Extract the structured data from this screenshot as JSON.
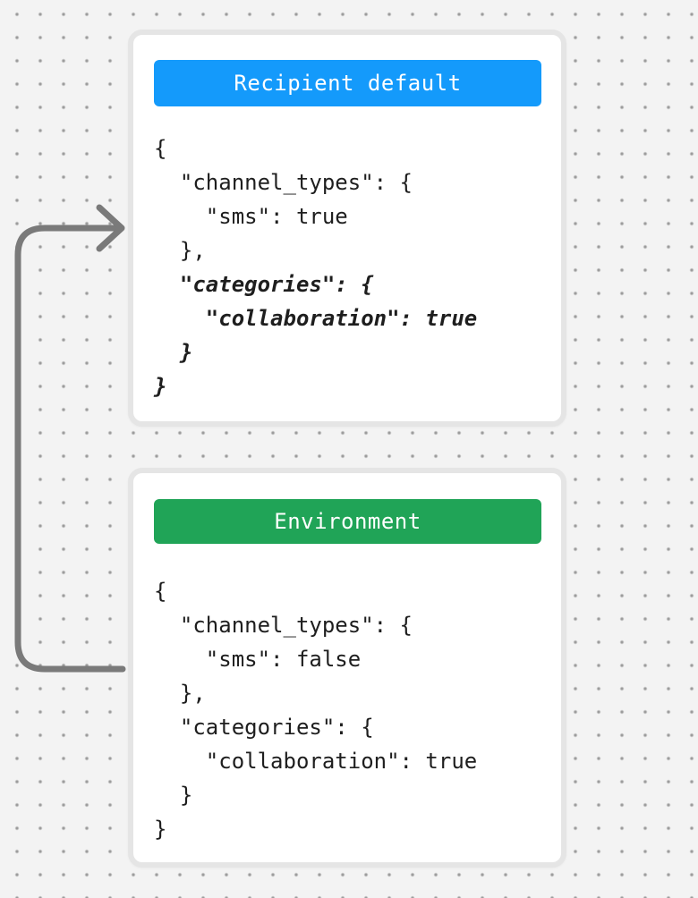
{
  "canvas": {
    "background_color": "#f3f3f3",
    "dot_color": "#9c9c9c"
  },
  "arrow": {
    "description": "curved connector from environment card pointing into recipient default card",
    "color": "#7a7a7a"
  },
  "cards": [
    {
      "id": "recipient-default",
      "header": {
        "label": "Recipient default",
        "color": "#149afb",
        "text_color": "#ffffff"
      },
      "code_lines": [
        {
          "text": "{",
          "emphasis": false
        },
        {
          "text": "  \"channel_types\": {",
          "emphasis": false
        },
        {
          "text": "    \"sms\": true",
          "emphasis": false
        },
        {
          "text": "  },",
          "emphasis": false
        },
        {
          "text": "  \"categories\": {",
          "emphasis": true
        },
        {
          "text": "    \"collaboration\": true",
          "emphasis": true
        },
        {
          "text": "  }",
          "emphasis": true
        },
        {
          "text": "}",
          "emphasis": true
        }
      ]
    },
    {
      "id": "environment",
      "header": {
        "label": "Environment",
        "color": "#20a457",
        "text_color": "#ffffff"
      },
      "code_lines": [
        {
          "text": "{",
          "emphasis": false
        },
        {
          "text": "  \"channel_types\": {",
          "emphasis": false
        },
        {
          "text": "    \"sms\": false",
          "emphasis": false
        },
        {
          "text": "  },",
          "emphasis": false
        },
        {
          "text": "  \"categories\": {",
          "emphasis": false
        },
        {
          "text": "    \"collaboration\": true",
          "emphasis": false
        },
        {
          "text": "  }",
          "emphasis": false
        },
        {
          "text": "}",
          "emphasis": false
        }
      ]
    }
  ]
}
